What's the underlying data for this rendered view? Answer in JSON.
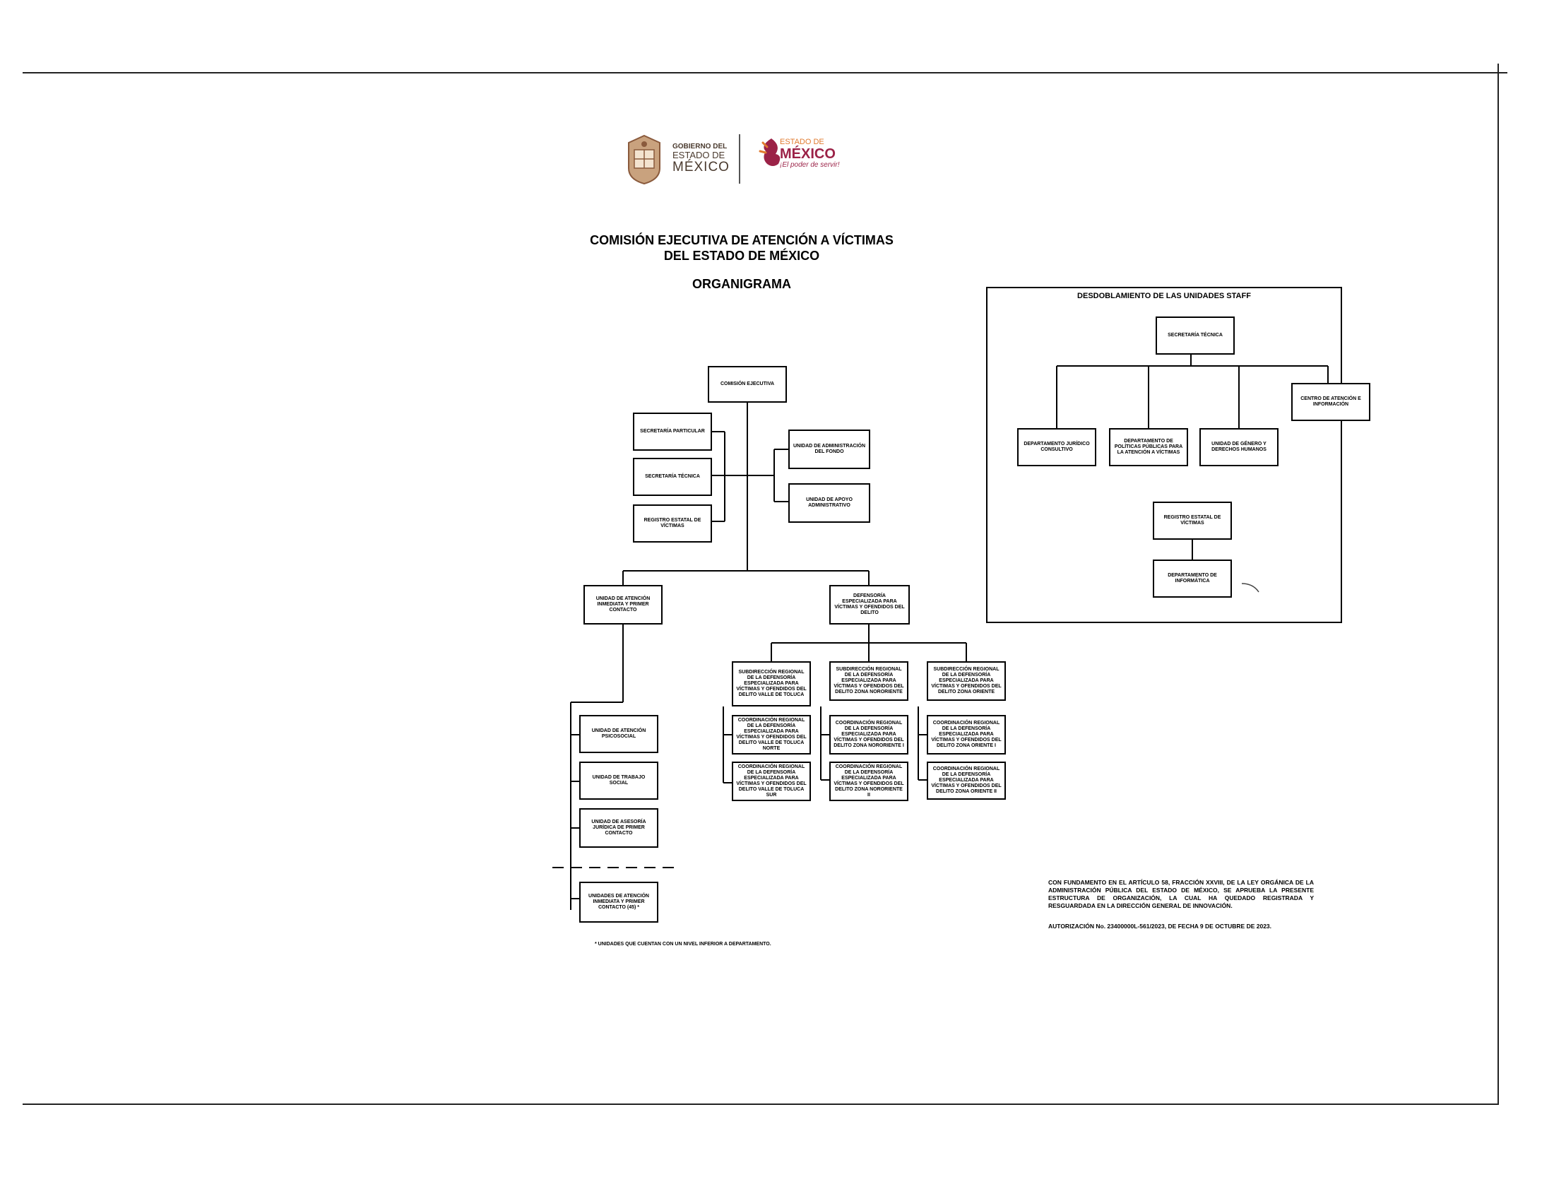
{
  "logos": {
    "gobierno": [
      "GOBIERNO DEL",
      "ESTADO DE",
      "MÉXICO"
    ],
    "estado": {
      "line1": "ESTADO DE",
      "line2": "MÉXICO",
      "slogan": "¡El poder de servir!"
    }
  },
  "header": {
    "title_line1": "COMISIÓN EJECUTIVA DE ATENCIÓN A VÍCTIMAS",
    "title_line2": "DEL ESTADO DE MÉXICO",
    "subtitle": "ORGANIGRAMA"
  },
  "main": {
    "comision": "COMISIÓN EJECUTIVA",
    "sec_particular": "SECRETARÍA PARTICULAR",
    "sec_tecnica": "SECRETARÍA TÉCNICA",
    "registro": "REGISTRO ESTATAL DE VÍCTIMAS",
    "unidad_fondo": "UNIDAD DE ADMINISTRACIÓN DEL FONDO",
    "unidad_apoyo": "UNIDAD DE APOYO ADMINISTRATIVO",
    "unidad_atencion": "UNIDAD DE ATENCIÓN INMEDIATA Y PRIMER CONTACTO",
    "defensoria": "DEFENSORÍA ESPECIALIZADA PARA VÍCTIMAS Y OFENDIDOS DEL DELITO",
    "sub_toluca": "SUBDIRECCIÓN REGIONAL DE LA DEFENSORÍA ESPECIALIZADA PARA VÍCTIMAS Y OFENDIDOS DEL DELITO VALLE DE TOLUCA",
    "sub_nororiente": "SUBDIRECCIÓN REGIONAL DE LA DEFENSORÍA ESPECIALIZADA PARA VÍCTIMAS Y OFENDIDOS DEL DELITO ZONA NORORIENTE",
    "sub_oriente": "SUBDIRECCIÓN REGIONAL DE LA DEFENSORÍA ESPECIALIZADA PARA VÍCTIMAS Y OFENDIDOS DEL DELITO ZONA ORIENTE",
    "coord_toluca_norte": "COORDINACIÓN REGIONAL DE LA DEFENSORÍA ESPECIALIZADA PARA VÍCTIMAS Y OFENDIDOS DEL DELITO VALLE DE TOLUCA NORTE",
    "coord_toluca_sur": "COORDINACIÓN REGIONAL DE LA DEFENSORÍA ESPECIALIZADA PARA VÍCTIMAS Y OFENDIDOS DEL DELITO VALLE DE TOLUCA SUR",
    "coord_nororiente_1": "COORDINACIÓN REGIONAL DE LA DEFENSORÍA ESPECIALIZADA PARA VÍCTIMAS Y OFENDIDOS DEL DELITO ZONA NORORIENTE I",
    "coord_nororiente_2": "COORDINACIÓN REGIONAL DE LA DEFENSORÍA ESPECIALIZADA PARA VÍCTIMAS Y OFENDIDOS DEL DELITO ZONA NORORIENTE II",
    "coord_oriente_1": "COORDINACIÓN REGIONAL DE LA DEFENSORÍA ESPECIALIZADA PARA VÍCTIMAS Y OFENDIDOS DEL DELITO ZONA ORIENTE I",
    "coord_oriente_2": "COORDINACIÓN REGIONAL DE LA DEFENSORÍA ESPECIALIZADA PARA VÍCTIMAS Y OFENDIDOS DEL DELITO ZONA ORIENTE II",
    "psicosocial": "UNIDAD DE ATENCIÓN PSICOSOCIAL",
    "trabajo_social": "UNIDAD DE TRABAJO SOCIAL",
    "asesoria": "UNIDAD DE ASESORÍA JURÍDICA DE PRIMER CONTACTO",
    "unidades_45": "UNIDADES DE ATENCIÓN INMEDIATA Y PRIMER CONTACTO (45) *"
  },
  "staff": {
    "title": "DESDOBLAMIENTO DE LAS UNIDADES STAFF",
    "sec_tecnica": "SECRETARÍA TÉCNICA",
    "centro": "CENTRO DE ATENCIÓN E INFORMACIÓN",
    "juridico": "DEPARTAMENTO JURÍDICO CONSULTIVO",
    "politicas": "DEPARTAMENTO DE POLÍTICAS PÚBLICAS PARA LA ATENCIÓN A VÍCTIMAS",
    "genero": "UNIDAD DE GÉNERO Y DERECHOS HUMANOS",
    "registro": "REGISTRO ESTATAL DE VÍCTIMAS",
    "informatica": "DEPARTAMENTO DE INFORMÁTICA"
  },
  "footnote": "* UNIDADES QUE CUENTAN CON UN NIVEL INFERIOR A DEPARTAMENTO.",
  "legal": {
    "text": "CON FUNDAMENTO EN EL ARTÍCULO 58, FRACCIÓN XXVIII, DE LA LEY ORGÁNICA DE LA ADMINISTRACIÓN PÚBLICA DEL ESTADO DE MÉXICO, SE APRUEBA LA PRESENTE ESTRUCTURA DE ORGANIZACIÓN, LA CUAL HA QUEDADO REGISTRADA Y RESGUARDADA EN LA DIRECCIÓN GENERAL DE INNOVACIÓN.",
    "autorizacion": "AUTORIZACIÓN No. 23400000L-561/2023, DE FECHA 9 DE OCTUBRE DE 2023."
  },
  "colors": {
    "brand_red": "#9b2247",
    "brand_orange": "#e07a2e",
    "seal_brown": "#8a5a3c"
  }
}
